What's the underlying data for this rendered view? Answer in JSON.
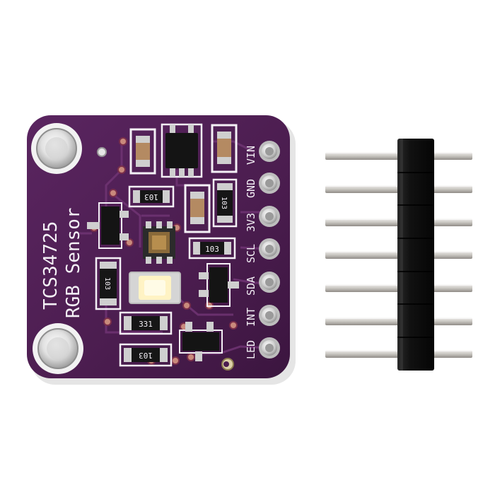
{
  "board": {
    "title": "TCS34725",
    "subtitle": "RGB Sensor",
    "pins": [
      "VIN",
      "GND",
      "3V3",
      "SCL",
      "SDA",
      "INT",
      "LED"
    ],
    "resistors": [
      "103",
      "103",
      "103",
      "103",
      "331",
      "103"
    ]
  },
  "colors": {
    "pcb": "#4b1d4f",
    "pcb_dark": "#2e0f31",
    "trace": "#6a2f6e",
    "silk": "#f4f0f6",
    "pad": "#d9d9d9",
    "led": "#fff3c4",
    "header_plastic": "#111111",
    "header_pin": "#d7d4cf"
  },
  "icons": {
    "mount_hole": "mount-hole-icon",
    "led": "led-icon",
    "sensor_chip": "sensor-chip-icon"
  }
}
